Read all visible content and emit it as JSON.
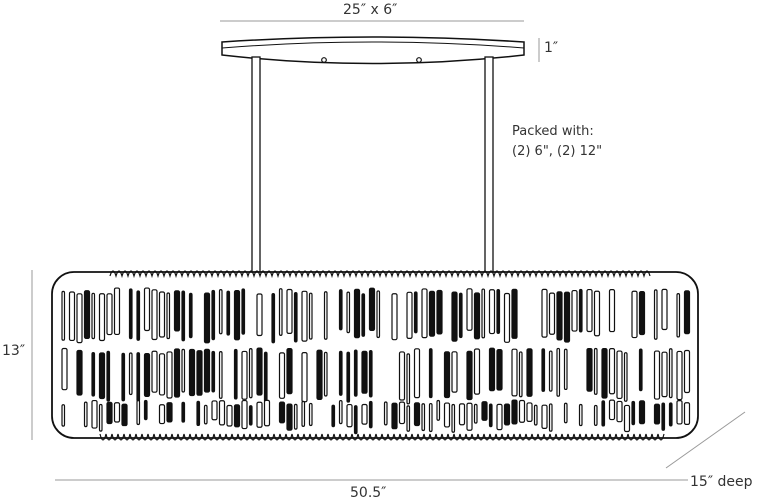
{
  "dimensions": {
    "canopy": "25″ x 6″",
    "canopy_height": "1″",
    "height": "13″",
    "width": "50.5″",
    "depth": "15″ deep"
  },
  "note": {
    "line1": "Packed with:",
    "line2": "(2) 6\", (2) 12\""
  },
  "colors": {
    "line": "#111111",
    "dimension_line": "#888888"
  }
}
